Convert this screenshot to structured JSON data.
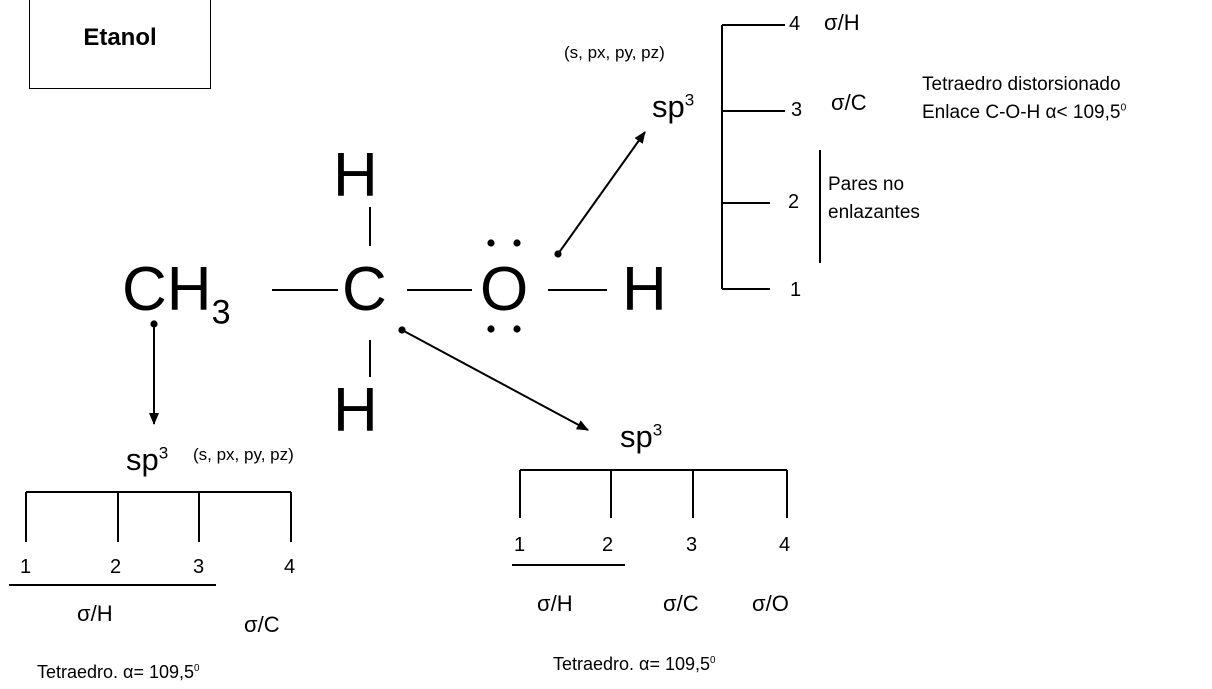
{
  "title": "Etanol",
  "molecule": {
    "ch3_base": "CH",
    "ch3_sub": "3",
    "carbon": "C",
    "h_top": "H",
    "h_bottom": "H",
    "oxygen": "O",
    "h_right": "H"
  },
  "oxygen_hybrid": {
    "hybrid_base": "sp",
    "hybrid_exp": "3",
    "orbitals": "(s, px, py, pz)",
    "levels": [
      {
        "num": "4",
        "label": "σ/H"
      },
      {
        "num": "3",
        "label": "σ/C"
      },
      {
        "num": "2"
      },
      {
        "num": "1"
      }
    ],
    "pairs_line1": "Pares no",
    "pairs_line2": "enlazantes",
    "geometry_line1": "Tetraedro distorsionado",
    "geometry_line2_base": "Enlace C-O-H α< 109,5",
    "geometry_line2_exp": "0"
  },
  "ch3_hybrid": {
    "hybrid_base": "sp",
    "hybrid_exp": "3",
    "orbitals": "(s, px, py, pz)",
    "numbers": [
      "1",
      "2",
      "3",
      "4"
    ],
    "label_sigma_h": "σ/H",
    "label_sigma_c": "σ/C",
    "geometry_base": "Tetraedro. α= 109,5",
    "geometry_exp": "0"
  },
  "c_hybrid": {
    "hybrid_base": "sp",
    "hybrid_exp": "3",
    "numbers": [
      "1",
      "2",
      "3",
      "4"
    ],
    "label_sigma_h": "σ/H",
    "label_sigma_c": "σ/C",
    "label_sigma_o": "σ/O",
    "geometry_base": "Tetraedro. α= 109,5",
    "geometry_exp": "0"
  }
}
